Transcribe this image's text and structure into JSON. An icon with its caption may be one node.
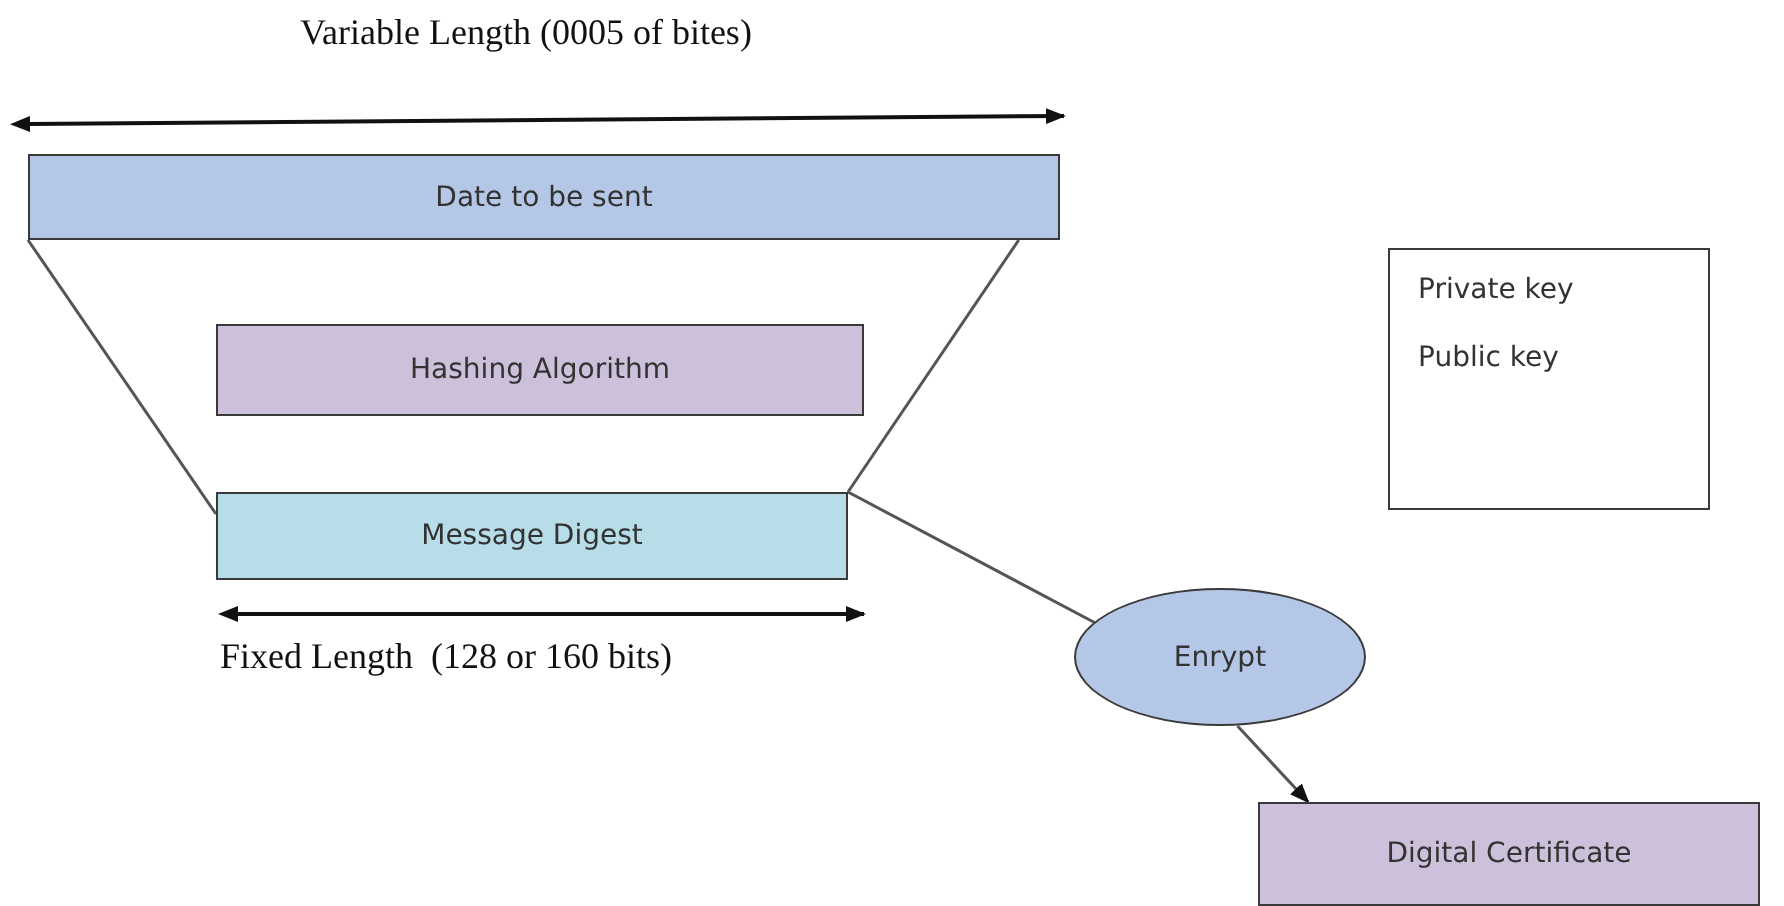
{
  "diagram": {
    "nodes": [
      {
        "text": [
          "Date to be sent"
        ]
      },
      {
        "text": [
          "Hashing Algorithm"
        ]
      },
      {
        "text": [
          "Message Digest"
        ]
      },
      {
        "text": [
          "Private key",
          "Public key"
        ]
      },
      {
        "text": [
          "Enrypt"
        ]
      },
      {
        "text": [
          "Digital Certificate"
        ]
      }
    ],
    "edges": [
      {
        "from": 0,
        "to": 2,
        "arrow": "none"
      },
      {
        "from": 0,
        "to": 2,
        "arrow": "none"
      },
      {
        "from": 2,
        "to": 4,
        "arrow": "none"
      },
      {
        "from": 4,
        "to": 5,
        "arrow": "to"
      }
    ],
    "labels": [
      "Variable Length (0005 of bites)",
      "Fixed Length  (128 or 160 bits)"
    ]
  }
}
